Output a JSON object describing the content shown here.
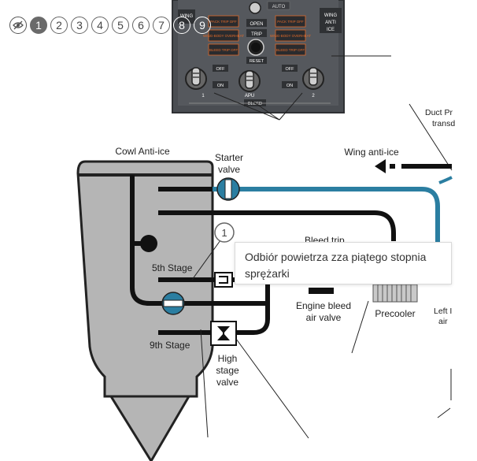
{
  "panel": {
    "auto": "AUTO",
    "wing_anti_ice_left": "WING",
    "wing_anti_ice_right_1": "WING",
    "wing_anti_ice_right_2": "ANTI",
    "wing_anti_ice_right_3": "ICE",
    "left_col": [
      "PACK TRIP OFF",
      "WING-BODY OVERHEAT",
      "BLEED TRIP OFF"
    ],
    "right_col": [
      "PACK TRIP OFF",
      "WING-BODY OVERHEAT",
      "BLEED TRIP OFF"
    ],
    "open": "OPEN",
    "trip": "TRIP",
    "reset": "RESET",
    "off_left": "OFF",
    "on_left": "ON",
    "off_right": "OFF",
    "on_right": "ON",
    "apu": "APU",
    "bleed": "BLEED",
    "num_1": "1",
    "num_2": "2"
  },
  "labels": {
    "cowl_anti_ice": "Cowl Anti-ice",
    "starter_valve_1": "Starter",
    "starter_valve_2": "valve",
    "wing_anti_ice": "Wing anti-ice",
    "duct_1": "Duct Pr",
    "duct_2": "transd",
    "bleed_trip": "Bleed trip",
    "fifth_stage": "5th Stage",
    "ninth_stage": "9th Stage",
    "engine_bleed_1": "Engine bleed",
    "engine_bleed_2": "air valve",
    "precooler": "Precooler",
    "left_1": "Left I",
    "left_2": "air",
    "high_stage_1": "High",
    "high_stage_2": "stage",
    "high_stage_3": "valve",
    "callout_num": "1"
  },
  "steps": {
    "visibility_icon": "eye-off-icon",
    "items": [
      "1",
      "2",
      "3",
      "4",
      "5",
      "6",
      "7",
      "8",
      "9"
    ],
    "active": "1"
  },
  "tooltip": {
    "text": "Odbiór powietrza zza piątego stopnia sprężarki"
  },
  "colors": {
    "duct_blue": "#2b7ea1",
    "panel_bg": "#4a4d52",
    "engine_gray": "#b5b5b5",
    "warning_orange": "#e06a2a"
  }
}
